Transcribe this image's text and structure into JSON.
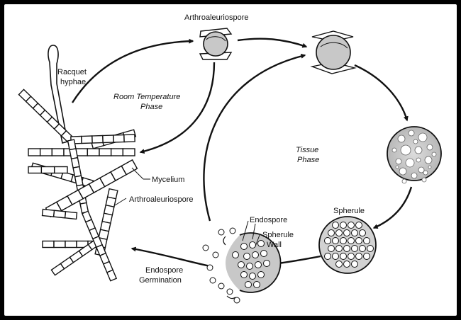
{
  "labels": {
    "arthroaleuriospore_top": "Arthroaleuriospore",
    "racquet_line1": "Racquet",
    "racquet_line2": "hyphae",
    "room_phase_line1": "Room Temperature",
    "room_phase_line2": "Phase",
    "tissue_phase_line1": "Tissue",
    "tissue_phase_line2": "Phase",
    "mycelium": "Mycelium",
    "arthroaleuriospore_left": "Arthroaleuriospore",
    "endospore": "Endospore",
    "spherule_wall_line1": "Spherule",
    "spherule_wall_line2": "Wall",
    "spherule": "Spherule",
    "germination_line1": "Endospore",
    "germination_line2": "Germination"
  },
  "colors": {
    "frame": "#000000",
    "canvas": "#ffffff",
    "ink": "#111111",
    "spore_fill": "#c8c8c8",
    "spherule_fill": "#d2d2d2"
  }
}
